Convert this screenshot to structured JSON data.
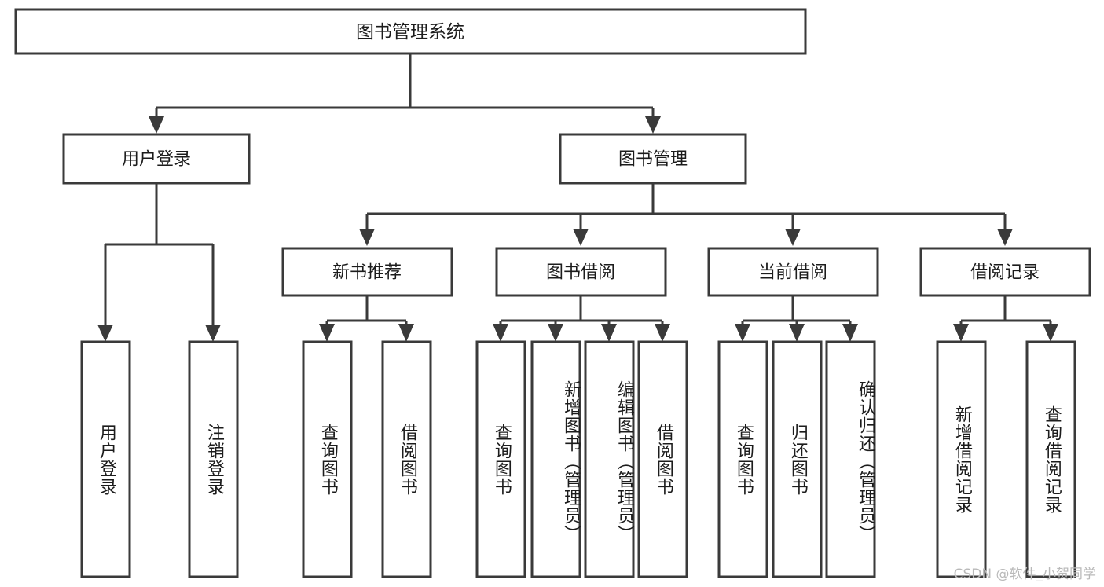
{
  "diagram": {
    "type": "tree-hierarchy-chart",
    "title": "图书管理系统",
    "watermark": "CSDN @软件_小贺同学",
    "colors": {
      "stroke": "#3a3a3a",
      "box_fill": "#ffffff",
      "text": "#1c1c1c",
      "background": "#ffffff",
      "watermark": "#b9b9b9"
    },
    "root": {
      "label": "图书管理系统"
    },
    "level2": [
      {
        "label": "用户登录"
      },
      {
        "label": "图书管理"
      }
    ],
    "level3": [
      {
        "label": "新书推荐"
      },
      {
        "label": "图书借阅"
      },
      {
        "label": "当前借阅"
      },
      {
        "label": "借阅记录"
      }
    ],
    "leaves": {
      "user_login": [
        {
          "label": "用户登录"
        },
        {
          "label": "注销登录"
        }
      ],
      "new_book_recommend": [
        {
          "label": "查询图书"
        },
        {
          "label": "借阅图书"
        }
      ],
      "book_borrow": [
        {
          "label": "查询图书"
        },
        {
          "label": "新增图书（管理员）"
        },
        {
          "label": "编辑图书（管理员）"
        },
        {
          "label": "借阅图书"
        }
      ],
      "current_borrow": [
        {
          "label": "查询图书"
        },
        {
          "label": "归还图书"
        },
        {
          "label": "确认归还（管理员）"
        }
      ],
      "borrow_record": [
        {
          "label": "新增借阅记录"
        },
        {
          "label": "查询借阅记录"
        }
      ]
    }
  }
}
